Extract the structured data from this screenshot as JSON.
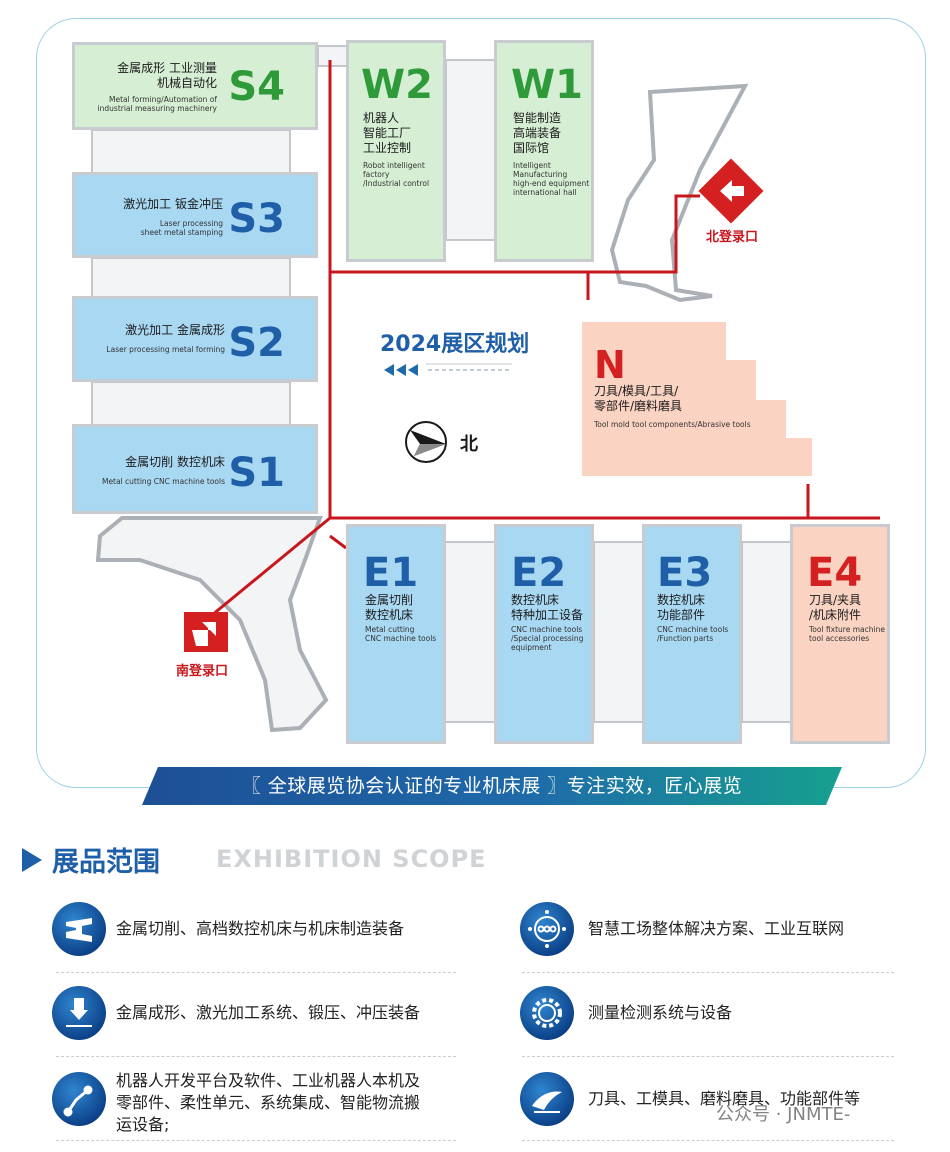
{
  "halls": {
    "S4": {
      "code": "S4",
      "cn": "金属成形  工业测量\n机械自动化",
      "en": "Metal forming/Automation of\nindustrial measuring machinery"
    },
    "S3": {
      "code": "S3",
      "cn": "激光加工  钣金冲压",
      "en": "Laser processing\nsheet metal stamping"
    },
    "S2": {
      "code": "S2",
      "cn": "激光加工  金属成形",
      "en": "Laser processing metal forming"
    },
    "S1": {
      "code": "S1",
      "cn": "金属切削  数控机床",
      "en": "Metal cutting CNC machine tools"
    },
    "W2": {
      "code": "W2",
      "cn": "机器人\n智能工厂\n工业控制",
      "en": "Robot intelligent\nfactory\n/Industrial control"
    },
    "W1": {
      "code": "W1",
      "cn": "智能制造\n高端装备\n国际馆",
      "en": "Intelligent\nManufacturing\nhigh-end equipment\ninternational hall"
    },
    "N": {
      "code": "N",
      "cn": "刀具/模具/工具/\n零部件/磨料磨具",
      "en": "Tool mold tool components/Abrasive tools"
    },
    "E1": {
      "code": "E1",
      "cn": "金属切削\n数控机床",
      "en": "Metal cutting\nCNC machine tools"
    },
    "E2": {
      "code": "E2",
      "cn": "数控机床\n特种加工设备",
      "en": "CNC machine tools\n/Special processing\nequipment"
    },
    "E3": {
      "code": "E3",
      "cn": "数控机床\n功能部件",
      "en": "CNC machine tools\n/Function parts"
    },
    "E4": {
      "code": "E4",
      "cn": "刀具/夹具\n/机床附件",
      "en": "Tool fixture machine\ntool accessories"
    }
  },
  "map": {
    "title": "2024展区规划",
    "compass": "北",
    "north_entrance": "北登录口",
    "south_entrance": "南登录口"
  },
  "banner": "〖 全球展览协会认证的专业机床展 〗专注实效，匠心展览",
  "scope": {
    "title": "展品范围",
    "title_en": "EXHIBITION SCOPE",
    "items": [
      {
        "icon": "steel-beam-icon",
        "text": "金属切削、高档数控机床与机床制造装备"
      },
      {
        "icon": "smart-factory-icon",
        "text": "智慧工场整体解决方案、工业互联网"
      },
      {
        "icon": "laser-cutting-icon",
        "text": "金属成形、激光加工系统、锻压、冲压装备"
      },
      {
        "icon": "gear-measure-icon",
        "text": "测量检测系统与设备"
      },
      {
        "icon": "robot-arm-icon",
        "text": "机器人开发平台及软件、工业机器人本机及\n零部件、柔性单元、系统集成、智能物流搬\n运设备;"
      },
      {
        "icon": "cutting-tool-icon",
        "text": "刀具、工模具、磨料磨具、功能部件等"
      }
    ]
  },
  "watermark": "公众号 · JNMTE-",
  "colors": {
    "green_hall": "#d6efd4",
    "blue_hall": "#a9d8f3",
    "peach_hall": "#fad3c2",
    "route": "#c8161d",
    "accent": "#1f5fa8",
    "code_blue": "#1f5fa8",
    "code_green": "#2f9a3a",
    "code_red": "#d42020"
  }
}
